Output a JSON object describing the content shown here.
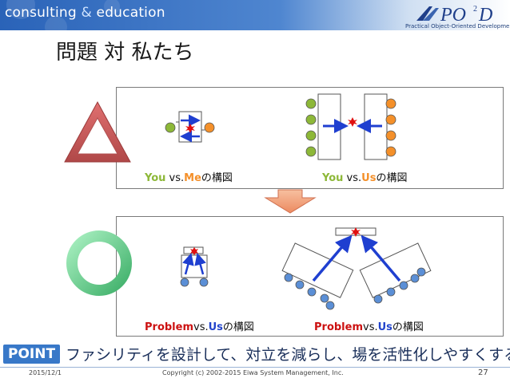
{
  "header": {
    "brand_left": "consulting",
    "brand_amp": "&",
    "brand_right": "education",
    "logo_word": "PO",
    "logo_sup": "2",
    "logo_word2": "D",
    "logo_caption": "Practical Object-Oriented Development"
  },
  "title": "問題 対 私たち",
  "panel1": {
    "caption_left": {
      "you": "You",
      "vs": "vs.",
      "me": "Me",
      "suffix": "の構図"
    },
    "caption_right": {
      "you": "You",
      "vs": "vs.",
      "us": "Us",
      "suffix": "の構図"
    }
  },
  "panel2": {
    "caption_left": {
      "problem": "Problem",
      "vs": "vs.",
      "us": "Us",
      "suffix": "の構図"
    },
    "caption_right": {
      "problem": "Problem",
      "vs": "vs.",
      "us": "Us",
      "suffix": "の構図"
    }
  },
  "point": {
    "label": "POINT",
    "text": "ファシリティを設計して、対立を減らし、場を活性化しやすくする"
  },
  "footer": {
    "date": "2015/12/1",
    "copyright": "Copyright (c) 2002-2015 Eiwa System Management, Inc.",
    "page": "27"
  },
  "colors": {
    "banner": "#2a63b8",
    "arrow_blue": "#1f3fd0",
    "person_green": "#8db838",
    "person_orange": "#f4902a",
    "person_blue": "#5b8fd6",
    "spark_red": "#e01010",
    "triangle": "#c86060",
    "ring": "#6fcf8f",
    "down_arrow": "#f0a070"
  }
}
